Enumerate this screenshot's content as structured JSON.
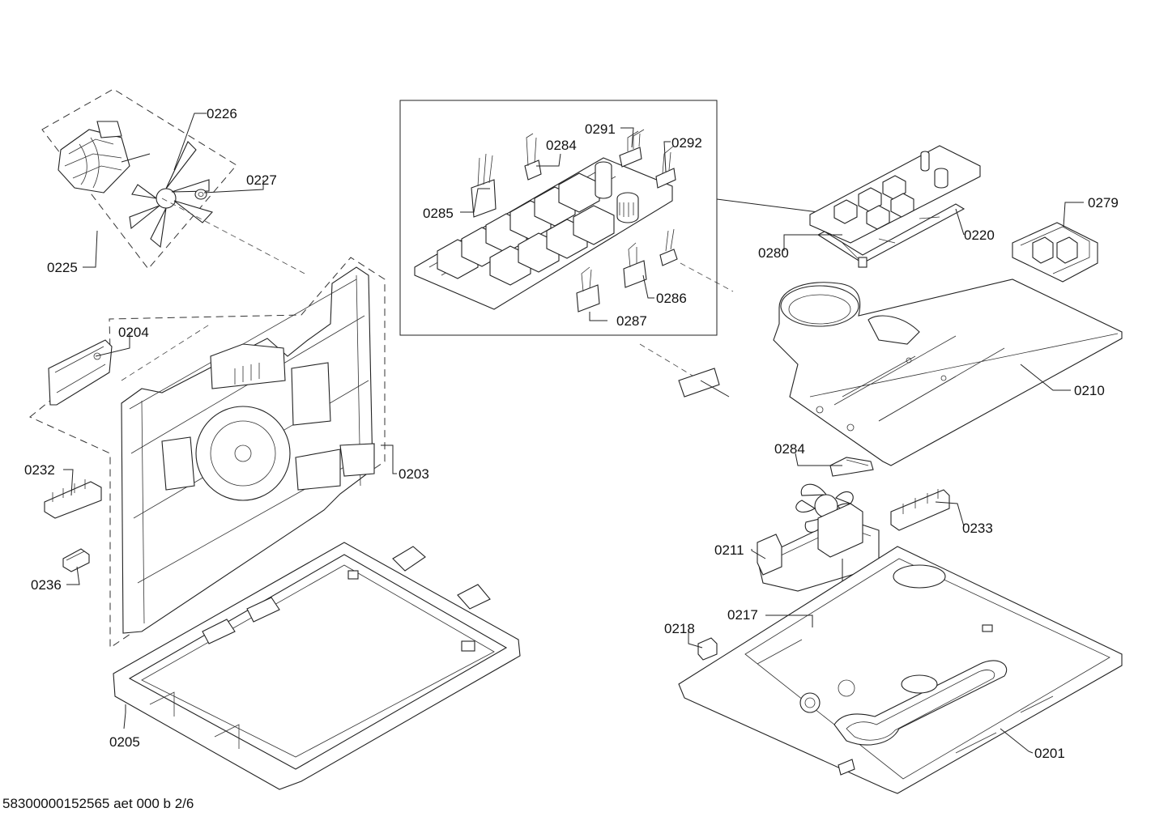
{
  "footer": "58300000152565 aet 000 b 2/6",
  "labels": {
    "p0226": "0226",
    "p0227": "0227",
    "p0225": "0225",
    "p0204": "0204",
    "p0203": "0203",
    "p0232": "0232",
    "p0236": "0236",
    "p0205": "0205",
    "p0291": "0291",
    "p0292": "0292",
    "p0284a": "0284",
    "p0285": "0285",
    "p0286": "0286",
    "p0287": "0287",
    "p0280": "0280",
    "p0220": "0220",
    "p0279": "0279",
    "p0210": "0210",
    "p0284b": "0284",
    "p0233": "0233",
    "p0211": "0211",
    "p0217": "0217",
    "p0218": "0218",
    "p0201": "0201"
  }
}
